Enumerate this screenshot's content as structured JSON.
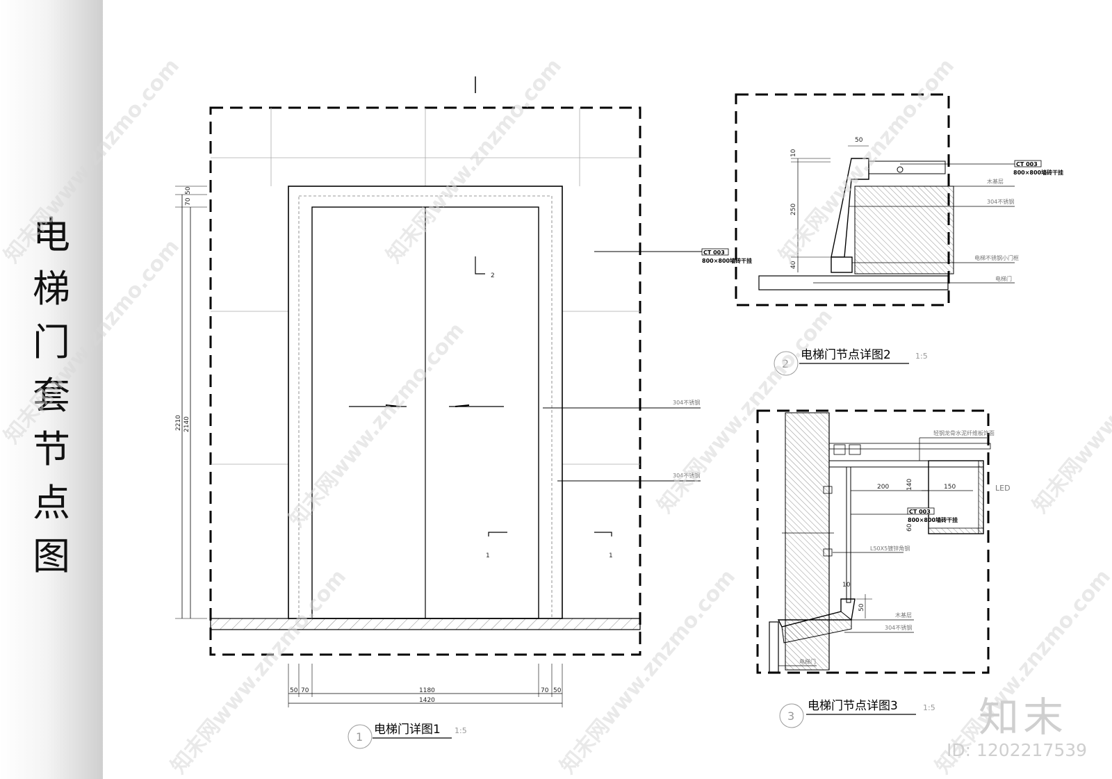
{
  "sheet_title_chars": [
    "电",
    "梯",
    "门",
    "套",
    "节",
    "点",
    "图"
  ],
  "detail1": {
    "title": "电梯门详图1",
    "number": "1",
    "scale": "1:5",
    "section_marks": [
      "1",
      "1",
      "2"
    ],
    "dims_vertical": [
      "50",
      "70",
      "2210",
      "2140"
    ],
    "dims_horizontal": [
      "50",
      "70",
      "1180",
      "70",
      "50",
      "1420"
    ],
    "notes": [
      "304不锈钢",
      "304不锈钢"
    ],
    "tag_code": "CT 003",
    "tag_text": "800×800墙砖干挂"
  },
  "detail2": {
    "title": "电梯门节点详图2",
    "number": "2",
    "scale": "1:5",
    "dims": [
      "50",
      "10",
      "250",
      "40"
    ],
    "tag_code": "CT 003",
    "tag_text": "800×800墙砖干挂",
    "notes": [
      "木基层",
      "304不锈钢",
      "电梯不锈钢小门框",
      "电梯门"
    ]
  },
  "detail3": {
    "title": "电梯门节点详图3",
    "number": "3",
    "scale": "1:5",
    "dims": [
      "200",
      "140",
      "150",
      "60",
      "10",
      "50"
    ],
    "tag_code": "CT 003",
    "tag_text": "800×800墙砖干挂",
    "notes": [
      "轻钢龙骨水泥纤维板饰面",
      "LED",
      "L50X5镀锌角钢",
      "木基层",
      "304不锈钢",
      "电梯门"
    ]
  },
  "watermark": "知末网www.znzmo.com",
  "brand": {
    "logo": "知末",
    "id": "ID: 1202217539"
  }
}
